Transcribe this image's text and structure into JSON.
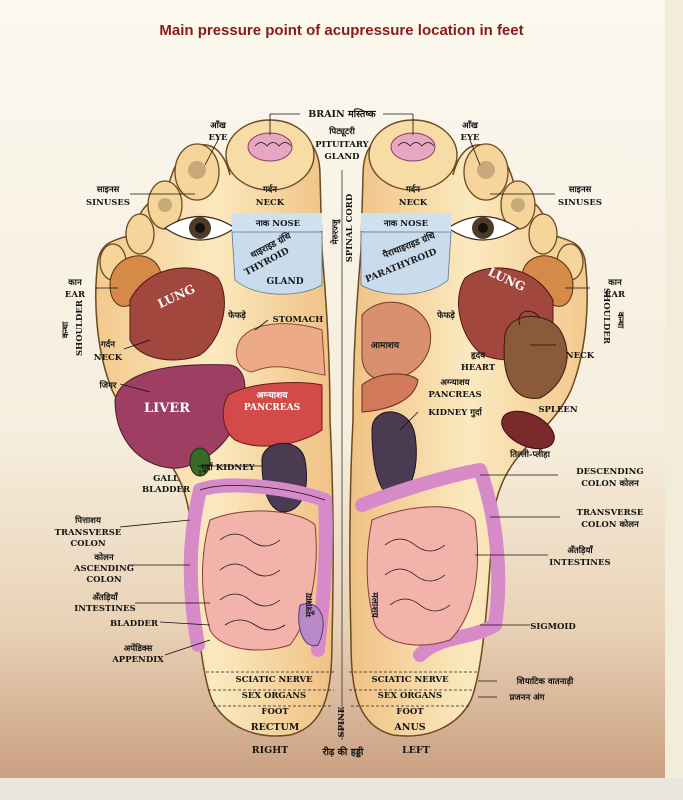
{
  "title": "Main pressure point of acupressure location in feet",
  "labels": {
    "brain": "BRAIN मस्तिष्क",
    "pituitary_hi": "पिट्यूटरी",
    "pituitary_1": "PITUITARY",
    "pituitary_2": "GLAND",
    "eye_hi_l": "आँख",
    "eye_l": "EYE",
    "eye_hi_r": "आँख",
    "eye_r": "EYE",
    "sinuses_hi_l": "साइनस",
    "sinuses_l": "SINUSES",
    "sinuses_hi_r": "साइनस",
    "sinuses_r": "SINUSES",
    "neck_hi_l": "गर्दन",
    "neck_l": "NECK",
    "neck_hi_r": "गर्दन",
    "neck_r": "NECK",
    "nose_l": "नाक NOSE",
    "nose_r": "नाक NOSE",
    "thyroid_hi": "थाइराइड ग्रंथि",
    "thyroid": "THYROID",
    "gland": "GLAND",
    "parathyroid_hi": "पैराथाइराइड ग्रंथि",
    "parathyroid": "PARATHYROID",
    "spinal_cord_hi": "मेरुरज्जु",
    "spinal_cord": "SPINAL CORD",
    "ear_hi_l": "कान",
    "ear_l": "EAR",
    "ear_hi_r": "कान",
    "ear_r": "EAR",
    "shoulder_hi_l": "कन्धा",
    "shoulder_l": "SHOULDER",
    "shoulder_hi_r": "कन्धा",
    "shoulder_r": "SHOULDER",
    "neck2_hi": "गर्दन",
    "neck2": "NECK",
    "lung_l": "LUNG",
    "lung_r": "LUNG",
    "lung_hi_l": "फेफड़े",
    "lung_hi_r": "फेफड़े",
    "stomach": "STOMACH",
    "stomach_hi": "आमाशय",
    "liver_hi": "जिगर",
    "liver": "LIVER",
    "pancreas_hi_l": "अग्न्याशय",
    "pancreas_l": "PANCREAS",
    "pancreas_hi_r": "अग्न्याशय",
    "pancreas_r": "PANCREAS",
    "heart_hi": "हृदय",
    "heart": "HEART",
    "neck3": "NECK",
    "kidney_l": "गुर्दा KIDNEY",
    "kidney_r": "KIDNEY गुर्दा",
    "spleen": "SPLEEN",
    "spleen_hi": "तिल्ली-प्लीहा",
    "gall_1": "GALL",
    "gall_2": "BLADDER",
    "descending_1": "DESCENDING",
    "descending_2": "COLON कोलन",
    "transverse_hi": "पित्ताशय",
    "transverse_l1": "TRANSVERSE",
    "transverse_l2": "COLON",
    "transverse_r1": "TRANSVERSE",
    "transverse_r2": "COLON कोलन",
    "ascending_hi": "कोलन",
    "ascending_1": "ASCENDING",
    "ascending_2": "COLON",
    "intestines_hi_l": "अँतड़ियाँ",
    "intestines_l": "INTESTINES",
    "intestines_hi_r": "अँतड़ियाँ",
    "intestines_r": "INTESTINES",
    "bladder": "BLADDER",
    "bladder_hi": "मूत्राशय",
    "rectum_hi": "मलाशय",
    "sigmoid": "SIGMOID",
    "appendix_hi": "अपेंडिक्स",
    "appendix": "APPENDIX",
    "sciatic_l": "SCIATIC NERVE",
    "sciatic_r": "SCIATIC NERVE",
    "sciatic_hi": "शियाटिक वातनाड़ी",
    "sex_l": "SEX ORGANS",
    "sex_r": "SEX ORGANS",
    "sex_hi": "प्रजनन अंग",
    "foot_l": "FOOT",
    "foot_r": "FOOT",
    "rectum": "RECTUM",
    "anus": "ANUS",
    "spine": "SPINE",
    "right": "RIGHT",
    "left": "LEFT",
    "spine_hi": "रीढ़ की हड्डी"
  }
}
